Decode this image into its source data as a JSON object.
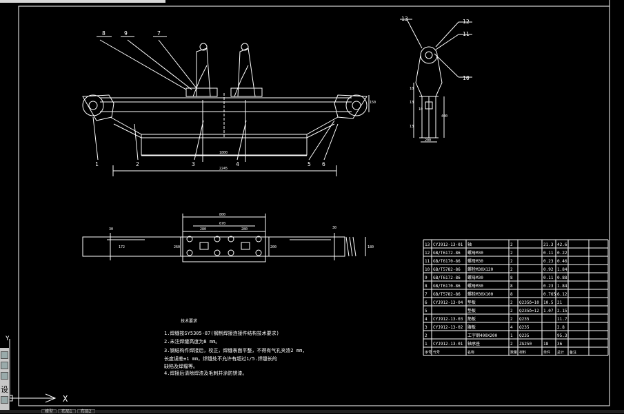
{
  "balloons": [
    "1",
    "2",
    "3",
    "4",
    "5",
    "6",
    "7",
    "8",
    "9",
    "10",
    "11",
    "12",
    "13"
  ],
  "dims": {
    "front_height": "150",
    "front_inner": "1800",
    "front_total": "2245",
    "top_total": "800",
    "top_mid": "670",
    "top_left": "280",
    "top_right": "280",
    "top_end_left": "30",
    "top_end_right": "30",
    "top_left_h": "172",
    "top_mid_h": "260",
    "top_right_h": "200",
    "top_far_h": "180",
    "side_height": "400",
    "side_width": "200",
    "side_a": "10",
    "side_b": "13",
    "side_c": "13",
    "side_d": "10"
  },
  "notes": {
    "title": "技术要求",
    "lines": [
      "1.焊缝按SY5305-87(钢制焊接连接件结构技术要求)",
      "2.未注焊缝高度为8 mm。",
      "3.钢结构件焊接后，校正，焊缝表面平整，不得有气孔夹渣2 mm,",
      "  长度误差±1 mm，焊缝处不允许有超过1/5.焊缝长的",
      "  缺陷及焊瘤等。",
      "4.焊接后清除焊渣及毛刺并涂防锈漆。"
    ]
  },
  "bom": {
    "rows": [
      [
        "13",
        "CYJ912-13-01",
        "轴",
        "2",
        "",
        "21.3",
        "42.6"
      ],
      [
        "12",
        "GB/T6172-86",
        "螺母M30",
        "2",
        "",
        "0.11",
        "0.22"
      ],
      [
        "11",
        "GB/T6170-86",
        "螺母M30",
        "2",
        "",
        "0.23",
        "0.46"
      ],
      [
        "10",
        "GB/T5782-86",
        "螺栓M30X120",
        "2",
        "",
        "0.92",
        "1.84"
      ],
      [
        "9",
        "GB/T6172-86",
        "螺母M30",
        "8",
        "",
        "0.11",
        "0.88"
      ],
      [
        "8",
        "GB/T6170-86",
        "螺母M30",
        "8",
        "",
        "0.23",
        "1.84"
      ],
      [
        "7",
        "GB/T5782-86",
        "螺栓M30X100",
        "8",
        "",
        "0.765",
        "6.12"
      ],
      [
        "6",
        "CYJ912-13-04",
        "垫板",
        "2",
        "Q235δ=10",
        "10.5",
        "21"
      ],
      [
        "5",
        "",
        "垫板",
        "2",
        "Q235δ=12",
        "1.07",
        "2.15"
      ],
      [
        "4",
        "CYJ912-13-03",
        "筋板",
        "2",
        "Q235",
        "",
        "11.7"
      ],
      [
        "3",
        "CYJ912-13-02",
        "腹板",
        "4",
        "Q235",
        "",
        "2.8"
      ],
      [
        "2",
        "",
        "工字钢400X200",
        "1",
        "Q235",
        "",
        "95.3"
      ],
      [
        "1",
        "CYJ912-13-01",
        "轴承座",
        "2",
        "ZG250",
        "18",
        "36"
      ]
    ],
    "header": [
      "序号",
      "代号",
      "名称",
      "数量",
      "材料",
      "单件",
      "总计",
      "备注"
    ]
  },
  "ucs": {
    "x_label": "X",
    "y_label": "Y"
  },
  "dock": {
    "label_a": "设"
  },
  "tabs": [
    "模型",
    "布局1",
    "布局2"
  ]
}
